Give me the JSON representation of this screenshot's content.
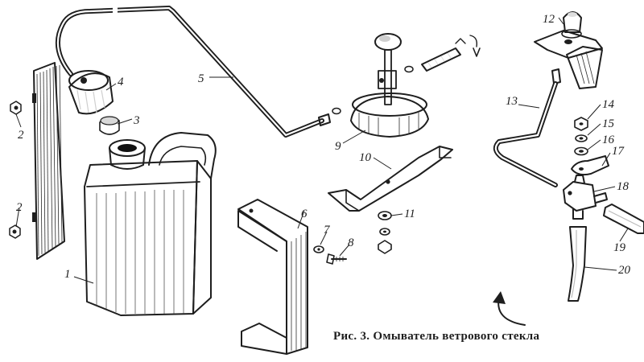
{
  "caption": "Рис. 3. Омыватель ветрового стекла",
  "labels": [
    "1",
    "2",
    "2",
    "3",
    "4",
    "5",
    "6",
    "7",
    "8",
    "9",
    "10",
    "11",
    "12",
    "13",
    "14",
    "15",
    "16",
    "17",
    "18",
    "19",
    "20"
  ]
}
